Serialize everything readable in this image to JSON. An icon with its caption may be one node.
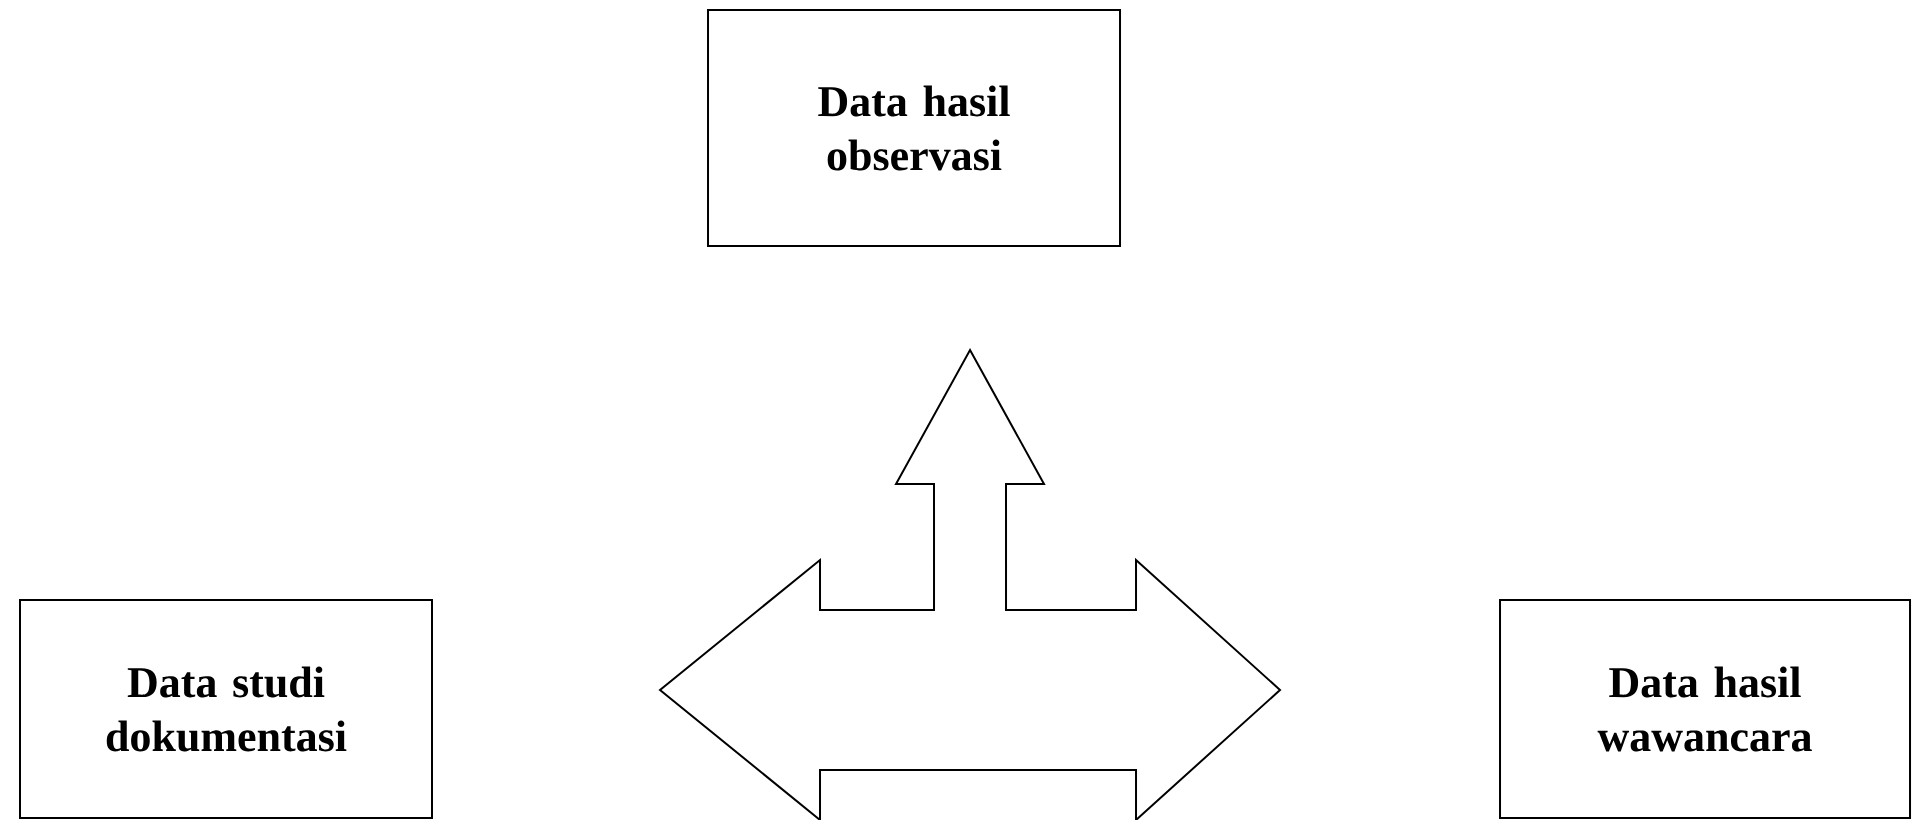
{
  "diagram": {
    "nodes": [
      {
        "text": [
          "Data hasil observasi"
        ]
      },
      {
        "text": [],
        "shape": "block-arrow"
      },
      {
        "text": [
          "Data studi dokumentasi"
        ]
      },
      {
        "text": [
          "Data hasil wawancara"
        ]
      }
    ]
  }
}
